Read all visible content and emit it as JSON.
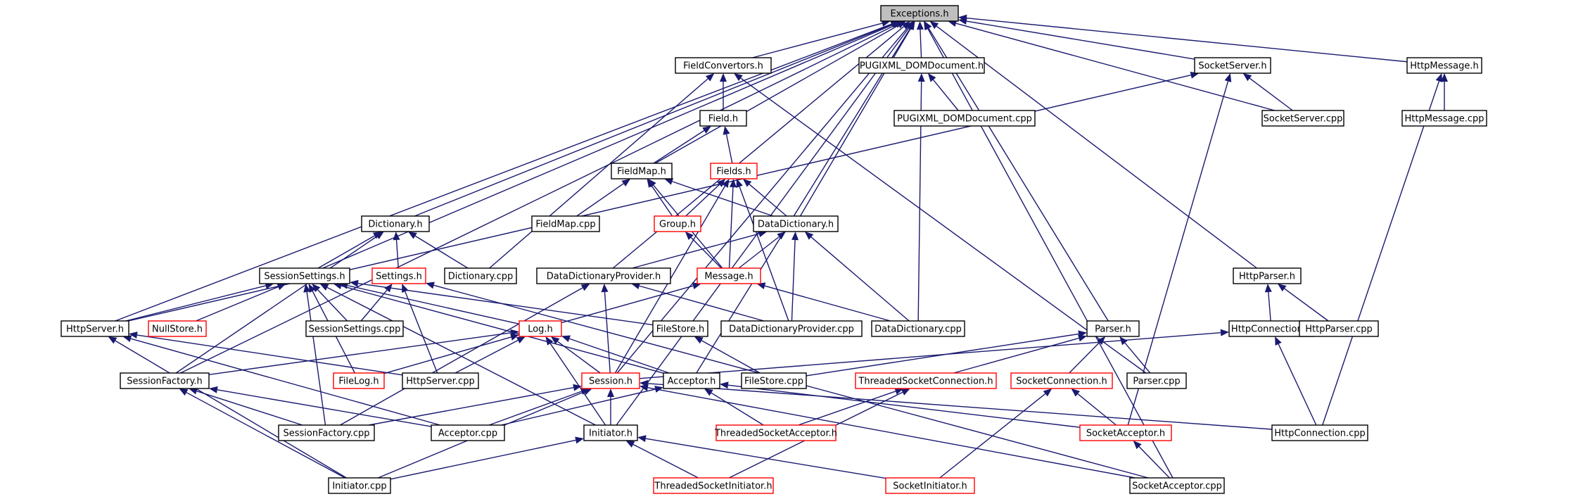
{
  "colors": {
    "edge": "#191970",
    "border_red": "#ff0000",
    "root_fill": "#bfbfbf"
  },
  "nodes": [
    {
      "id": "exceptions",
      "label": "Exceptions.h",
      "root": true
    },
    {
      "id": "fieldconvertors",
      "label": "FieldConvertors.h"
    },
    {
      "id": "pugixml",
      "label": "PUGIXML_DOMDocument.h"
    },
    {
      "id": "socketserver_h",
      "label": "SocketServer.h"
    },
    {
      "id": "httpmessage_h",
      "label": "HttpMessage.h"
    },
    {
      "id": "field_h",
      "label": "Field.h"
    },
    {
      "id": "pugixml_cpp",
      "label": "PUGIXML_DOMDocument.cpp"
    },
    {
      "id": "socketserver_cpp",
      "label": "SocketServer.cpp"
    },
    {
      "id": "httpmessage_cpp",
      "label": "HttpMessage.cpp"
    },
    {
      "id": "fieldmap_h",
      "label": "FieldMap.h"
    },
    {
      "id": "fields_h",
      "label": "Fields.h",
      "red": true
    },
    {
      "id": "dictionary_h",
      "label": "Dictionary.h"
    },
    {
      "id": "fieldmap_cpp",
      "label": "FieldMap.cpp"
    },
    {
      "id": "group_h",
      "label": "Group.h",
      "red": true
    },
    {
      "id": "datadictionary_h",
      "label": "DataDictionary.h"
    },
    {
      "id": "sessionsettings_h",
      "label": "SessionSettings.h"
    },
    {
      "id": "settings_h",
      "label": "Settings.h",
      "red": true
    },
    {
      "id": "dictionary_cpp",
      "label": "Dictionary.cpp"
    },
    {
      "id": "ddprovider_h",
      "label": "DataDictionaryProvider.h"
    },
    {
      "id": "message_h",
      "label": "Message.h",
      "red": true
    },
    {
      "id": "httpparser_h",
      "label": "HttpParser.h"
    },
    {
      "id": "httpserver_h",
      "label": "HttpServer.h"
    },
    {
      "id": "nullstore_h",
      "label": "NullStore.h",
      "red": true
    },
    {
      "id": "sessionsettings_cpp",
      "label": "SessionSettings.cpp"
    },
    {
      "id": "log_h",
      "label": "Log.h",
      "red": true
    },
    {
      "id": "filestore_h",
      "label": "FileStore.h"
    },
    {
      "id": "ddprovider_cpp",
      "label": "DataDictionaryProvider.cpp"
    },
    {
      "id": "datadictionary_cpp",
      "label": "DataDictionary.cpp"
    },
    {
      "id": "parser_h",
      "label": "Parser.h"
    },
    {
      "id": "httpconnection_h",
      "label": "HttpConnection.h"
    },
    {
      "id": "httpparser_cpp",
      "label": "HttpParser.cpp"
    },
    {
      "id": "sessionfactory_h",
      "label": "SessionFactory.h"
    },
    {
      "id": "filelog_h",
      "label": "FileLog.h",
      "red": true
    },
    {
      "id": "httpserver_cpp",
      "label": "HttpServer.cpp"
    },
    {
      "id": "session_h",
      "label": "Session.h",
      "red": true
    },
    {
      "id": "acceptor_h",
      "label": "Acceptor.h"
    },
    {
      "id": "filestore_cpp",
      "label": "FileStore.cpp"
    },
    {
      "id": "threadedsocketconnection_h",
      "label": "ThreadedSocketConnection.h",
      "red": true
    },
    {
      "id": "socketconnection_h",
      "label": "SocketConnection.h",
      "red": true
    },
    {
      "id": "parser_cpp",
      "label": "Parser.cpp"
    },
    {
      "id": "sessionfactory_cpp",
      "label": "SessionFactory.cpp"
    },
    {
      "id": "acceptor_cpp",
      "label": "Acceptor.cpp"
    },
    {
      "id": "initiator_h",
      "label": "Initiator.h"
    },
    {
      "id": "threadedsocketacceptor_h",
      "label": "ThreadedSocketAcceptor.h",
      "red": true
    },
    {
      "id": "socketacceptor_h",
      "label": "SocketAcceptor.h",
      "red": true
    },
    {
      "id": "httpconnection_cpp",
      "label": "HttpConnection.cpp"
    },
    {
      "id": "initiator_cpp",
      "label": "Initiator.cpp"
    },
    {
      "id": "threadedsocketinitiator_h",
      "label": "ThreadedSocketInitiator.h",
      "red": true
    },
    {
      "id": "socketinitiator_h",
      "label": "SocketInitiator.h",
      "red": true
    },
    {
      "id": "socketacceptor_cpp",
      "label": "SocketAcceptor.cpp"
    }
  ],
  "edges": [
    [
      "fieldconvertors",
      "exceptions"
    ],
    [
      "pugixml",
      "exceptions"
    ],
    [
      "socketserver_h",
      "exceptions"
    ],
    [
      "httpmessage_h",
      "exceptions"
    ],
    [
      "fieldmap_h",
      "exceptions"
    ],
    [
      "dictionary_h",
      "exceptions"
    ],
    [
      "datadictionary_h",
      "exceptions"
    ],
    [
      "sessionsettings_h",
      "exceptions"
    ],
    [
      "ddprovider_h",
      "exceptions"
    ],
    [
      "httpserver_h",
      "exceptions"
    ],
    [
      "httpparser_h",
      "exceptions"
    ],
    [
      "parser_h",
      "exceptions"
    ],
    [
      "sessionfactory_h",
      "exceptions"
    ],
    [
      "acceptor_h",
      "exceptions"
    ],
    [
      "initiator_h",
      "exceptions"
    ],
    [
      "socketserver_cpp",
      "exceptions"
    ],
    [
      "socketacceptor_cpp",
      "exceptions"
    ],
    [
      "session_h",
      "exceptions"
    ],
    [
      "field_h",
      "fieldconvertors"
    ],
    [
      "dictionary_cpp",
      "fieldconvertors"
    ],
    [
      "parser_cpp",
      "fieldconvertors"
    ],
    [
      "pugixml_cpp",
      "pugixml"
    ],
    [
      "datadictionary_cpp",
      "pugixml"
    ],
    [
      "socketserver_cpp",
      "socketserver_h"
    ],
    [
      "httpserver_h",
      "socketserver_h"
    ],
    [
      "socketacceptor_h",
      "socketserver_h"
    ],
    [
      "httpmessage_cpp",
      "httpmessage_h"
    ],
    [
      "httpconnection_cpp",
      "httpmessage_h"
    ],
    [
      "fieldmap_h",
      "field_h"
    ],
    [
      "fields_h",
      "field_h"
    ],
    [
      "fieldmap_cpp",
      "fieldmap_h"
    ],
    [
      "group_h",
      "fieldmap_h"
    ],
    [
      "message_h",
      "fieldmap_h"
    ],
    [
      "datadictionary_h",
      "fieldmap_h"
    ],
    [
      "group_h",
      "fields_h"
    ],
    [
      "message_h",
      "fields_h"
    ],
    [
      "datadictionary_h",
      "fields_h"
    ],
    [
      "ddprovider_cpp",
      "fields_h"
    ],
    [
      "session_h",
      "fields_h"
    ],
    [
      "sessionsettings_h",
      "dictionary_h"
    ],
    [
      "settings_h",
      "dictionary_h"
    ],
    [
      "dictionary_cpp",
      "dictionary_h"
    ],
    [
      "sessionfactory_h",
      "dictionary_h"
    ],
    [
      "message_h",
      "group_h"
    ],
    [
      "ddprovider_h",
      "datadictionary_h"
    ],
    [
      "message_h",
      "datadictionary_h"
    ],
    [
      "datadictionary_cpp",
      "datadictionary_h"
    ],
    [
      "ddprovider_cpp",
      "datadictionary_h"
    ],
    [
      "httpserver_h",
      "sessionsettings_h"
    ],
    [
      "nullstore_h",
      "sessionsettings_h"
    ],
    [
      "sessionsettings_cpp",
      "sessionsettings_h"
    ],
    [
      "log_h",
      "sessionsettings_h"
    ],
    [
      "filestore_h",
      "sessionsettings_h"
    ],
    [
      "filelog_h",
      "sessionsettings_h"
    ],
    [
      "acceptor_h",
      "sessionsettings_h"
    ],
    [
      "initiator_h",
      "sessionsettings_h"
    ],
    [
      "sessionfactory_cpp",
      "sessionsettings_h"
    ],
    [
      "sessionsettings_cpp",
      "settings_h"
    ],
    [
      "httpserver_cpp",
      "settings_h"
    ],
    [
      "socketacceptor_cpp",
      "settings_h"
    ],
    [
      "ddprovider_cpp",
      "ddprovider_h"
    ],
    [
      "session_h",
      "ddprovider_h"
    ],
    [
      "sessionfactory_cpp",
      "ddprovider_h"
    ],
    [
      "log_h",
      "message_h"
    ],
    [
      "datadictionary_cpp",
      "message_h"
    ],
    [
      "httpconnection_h",
      "httpparser_h"
    ],
    [
      "httpparser_cpp",
      "httpparser_h"
    ],
    [
      "httpserver_cpp",
      "httpserver_h"
    ],
    [
      "acceptor_cpp",
      "httpserver_h"
    ],
    [
      "initiator_cpp",
      "httpserver_h"
    ],
    [
      "sessionfactory_h",
      "log_h"
    ],
    [
      "filelog_h",
      "log_h"
    ],
    [
      "httpserver_cpp",
      "log_h"
    ],
    [
      "session_h",
      "log_h"
    ],
    [
      "acceptor_h",
      "log_h"
    ],
    [
      "initiator_h",
      "log_h"
    ],
    [
      "filestore_cpp",
      "filestore_h"
    ],
    [
      "threadedsocketconnection_h",
      "parser_h"
    ],
    [
      "socketconnection_h",
      "parser_h"
    ],
    [
      "parser_cpp",
      "parser_h"
    ],
    [
      "filestore_cpp",
      "parser_h"
    ],
    [
      "session_h",
      "httpconnection_h"
    ],
    [
      "httpconnection_cpp",
      "httpconnection_h"
    ],
    [
      "sessionfactory_cpp",
      "sessionfactory_h"
    ],
    [
      "acceptor_cpp",
      "sessionfactory_h"
    ],
    [
      "initiator_cpp",
      "sessionfactory_h"
    ],
    [
      "sessionfactory_cpp",
      "session_h"
    ],
    [
      "acceptor_cpp",
      "session_h"
    ],
    [
      "initiator_h",
      "session_h"
    ],
    [
      "initiator_cpp",
      "session_h"
    ],
    [
      "socketacceptor_cpp",
      "session_h"
    ],
    [
      "httpconnection_cpp",
      "session_h"
    ],
    [
      "acceptor_cpp",
      "acceptor_h"
    ],
    [
      "threadedsocketacceptor_h",
      "acceptor_h"
    ],
    [
      "socketacceptor_h",
      "acceptor_h"
    ],
    [
      "threadedsocketacceptor_h",
      "threadedsocketconnection_h"
    ],
    [
      "threadedsocketinitiator_h",
      "threadedsocketconnection_h"
    ],
    [
      "socketacceptor_h",
      "socketconnection_h"
    ],
    [
      "socketinitiator_h",
      "socketconnection_h"
    ],
    [
      "initiator_cpp",
      "initiator_h"
    ],
    [
      "threadedsocketinitiator_h",
      "initiator_h"
    ],
    [
      "socketinitiator_h",
      "initiator_h"
    ],
    [
      "socketacceptor_cpp",
      "socketacceptor_h"
    ]
  ]
}
